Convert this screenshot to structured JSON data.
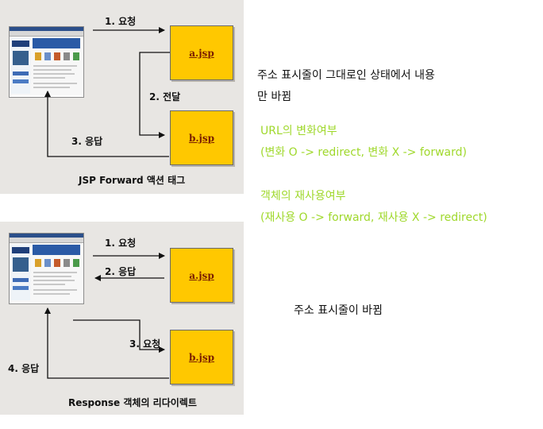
{
  "top_diagram": {
    "request_label": "1. 요청",
    "forward_label": "2. 전달",
    "response_label": "3. 응답",
    "box_a": "a.jsp",
    "box_b": "b.jsp",
    "caption": "JSP Forward 액션 태그"
  },
  "bottom_diagram": {
    "request1_label": "1. 요청",
    "response1_label": "2. 응답",
    "request2_label": "3. 요청",
    "response2_label": "4. 응답",
    "box_a": "a.jsp",
    "box_b": "b.jsp",
    "caption": "Response 객체의 리다이렉트"
  },
  "notes": {
    "forward_line1": "주소 표시줄이 그대로인 상태에서 내용",
    "forward_line2": "만 바뀜",
    "url_heading": "URL의 변화여부",
    "url_detail": "(변화 O -> redirect, 변화 X -> forward)",
    "reuse_heading": "객체의 재사용여부",
    "reuse_detail": "(재사용 O -> forward, 재사용 X -> redirect)",
    "redirect_note": "주소 표시줄이 바뀜"
  },
  "colors": {
    "panel": "#e8e6e3",
    "box": "#ffc800",
    "box_text": "#7a1e00",
    "highlight_text": "#9fd82b"
  }
}
